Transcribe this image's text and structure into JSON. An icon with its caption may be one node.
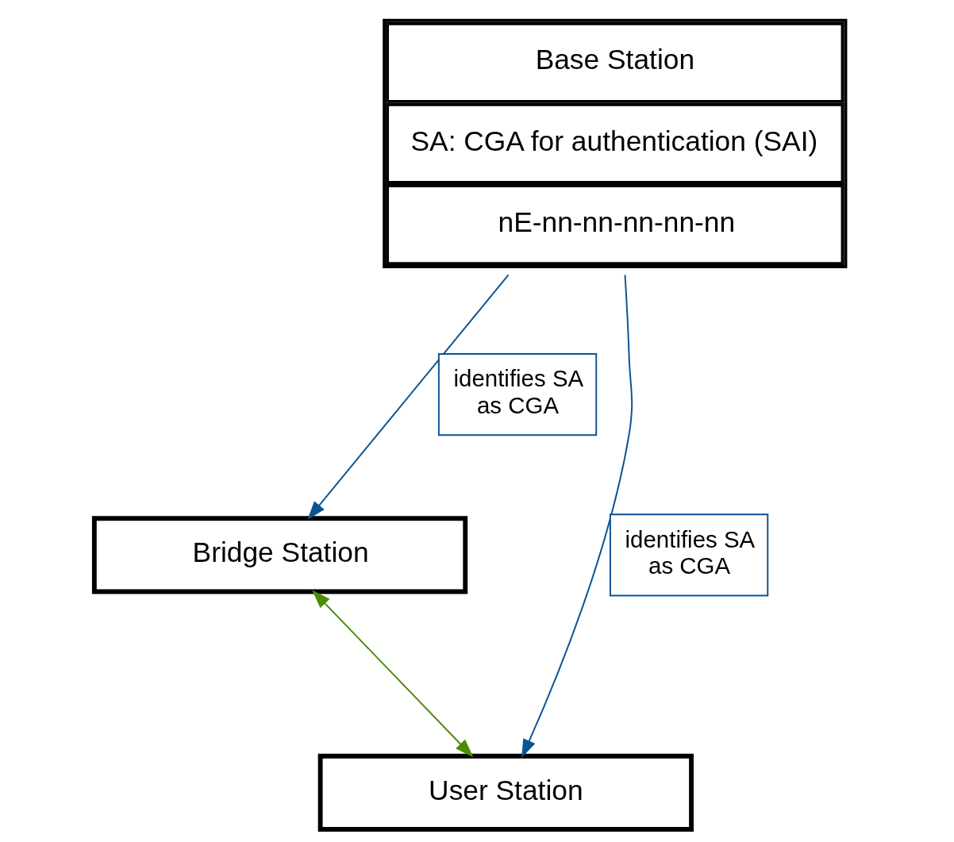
{
  "diagram": {
    "nodes": [
      {
        "text": [
          "Base Station",
          "SA: CGA for authentication (SAI)",
          "nE-nn-nn-nn-nn-nn"
        ]
      },
      {
        "text": [
          "Bridge Station"
        ]
      },
      {
        "text": [
          "User Station"
        ]
      }
    ],
    "edges": [
      {
        "from": 0,
        "to": 1,
        "arrow": "to",
        "label": "identifies SA as CGA"
      },
      {
        "from": 0,
        "to": 2,
        "arrow": "to",
        "label": "identifies SA as CGA"
      },
      {
        "from": 1,
        "to": 2,
        "arrow": "both",
        "color": "#4d8c00"
      }
    ]
  }
}
